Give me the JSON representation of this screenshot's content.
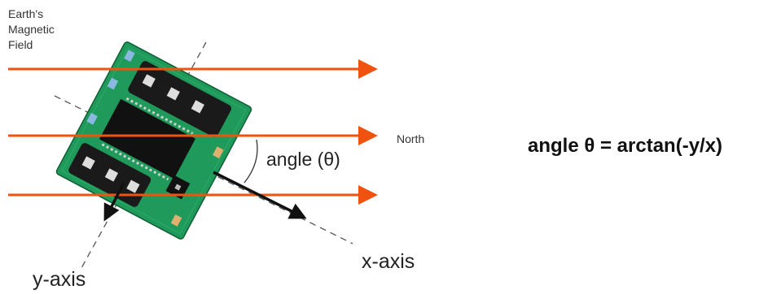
{
  "diagram": {
    "field_label_lines": [
      "Earth's",
      "Magnetic",
      "Field"
    ],
    "north_label": "North",
    "angle_label": "angle (θ)",
    "x_axis_label": "x-axis",
    "y_axis_label": "y-axis",
    "formula": "angle θ = arctan(-y/x)",
    "colors": {
      "field_arrow": "#f0520f",
      "board": "#1f9a5a",
      "chip": "#1a1a1a",
      "axis": "#222222",
      "text": "#333333"
    }
  }
}
